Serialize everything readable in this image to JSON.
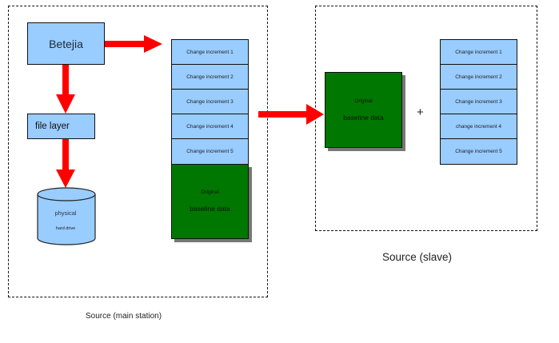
{
  "main_station": {
    "caption": "Source (main station)",
    "app_node": "Betejia",
    "file_layer": "file layer",
    "drive": {
      "line1": "physical",
      "line2": "hard drive"
    },
    "increments": [
      "Change increment 1",
      "Change increment 2",
      "Change increment 3",
      "Change increment 4",
      "Change increment 5"
    ],
    "baseline": {
      "line1": "Original",
      "line2": "baseline data"
    }
  },
  "slave": {
    "caption": "Source (slave)",
    "baseline": {
      "line1": "Original",
      "line2": "baseline data"
    },
    "plus_symbol": "+",
    "increments": [
      "Change increment 1",
      "Change increment 2",
      "Change increment 3",
      "change increment 4",
      "Change increment 5"
    ]
  },
  "colors": {
    "node_fill": "#99ccff",
    "baseline_fill": "#007700",
    "arrow": "#ff0000"
  }
}
